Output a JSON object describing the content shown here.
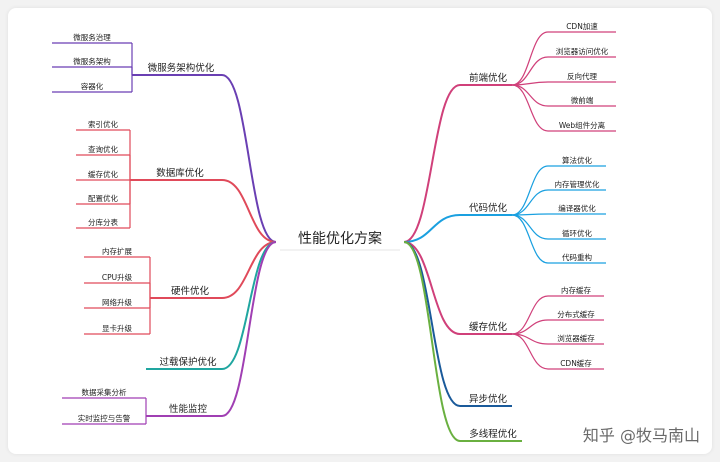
{
  "root": {
    "label": "性能优化方案"
  },
  "watermark": "知乎 @牧马南山",
  "left_branches": [
    {
      "label": "微服务架构优化",
      "color": "#6a3fb3",
      "children": [
        "微服务治理",
        "微服务架构",
        "容器化"
      ]
    },
    {
      "label": "数据库优化",
      "color": "#e04a5a",
      "children": [
        "索引优化",
        "查询优化",
        "缓存优化",
        "配置优化",
        "分库分表"
      ]
    },
    {
      "label": "硬件优化",
      "color": "#e04a5a",
      "children": [
        "内存扩展",
        "CPU升级",
        "网络升级",
        "显卡升级"
      ]
    },
    {
      "label": "过载保护优化",
      "color": "#20a6a0",
      "children": []
    },
    {
      "label": "性能监控",
      "color": "#a03fb3",
      "children": [
        "数据采集分析",
        "实时监控与告警"
      ]
    }
  ],
  "right_branches": [
    {
      "label": "前端优化",
      "color": "#d0407a",
      "children": [
        "CDN加速",
        "浏览器访问优化",
        "反向代理",
        "微前端",
        "Web组件分离"
      ]
    },
    {
      "label": "代码优化",
      "color": "#1aa0e0",
      "children": [
        "算法优化",
        "内存管理优化",
        "编译器优化",
        "循环优化",
        "代码重构"
      ]
    },
    {
      "label": "缓存优化",
      "color": "#d0407a",
      "children": [
        "内存缓存",
        "分布式缓存",
        "浏览器缓存",
        "CDN缓存"
      ]
    },
    {
      "label": "异步优化",
      "color": "#1a5a9a",
      "children": []
    },
    {
      "label": "多线程优化",
      "color": "#6ab040",
      "children": []
    }
  ]
}
